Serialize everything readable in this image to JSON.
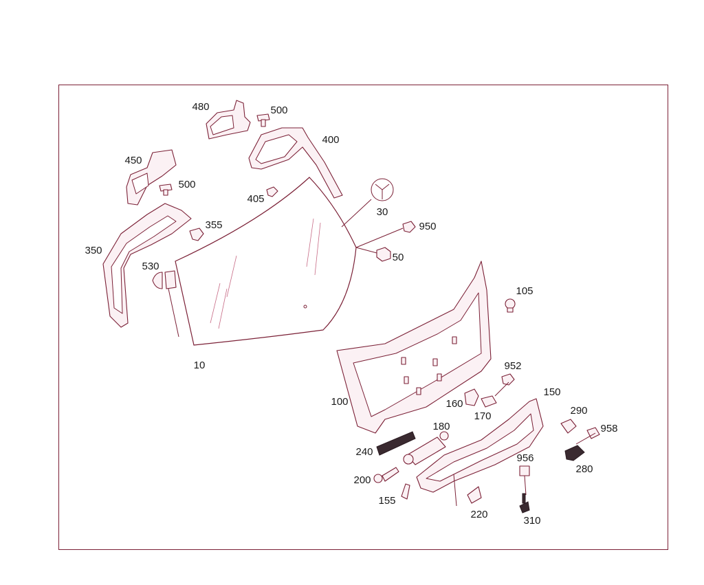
{
  "labels": {
    "p10": "10",
    "p30": "30",
    "p50": "50",
    "p100": "100",
    "p105": "105",
    "p150": "150",
    "p155": "155",
    "p160": "160",
    "p170": "170",
    "p180": "180",
    "p200": "200",
    "p220": "220",
    "p240": "240",
    "p280": "280",
    "p290": "290",
    "p310": "310",
    "p350": "350",
    "p355": "355",
    "p400": "400",
    "p405": "405",
    "p450": "450",
    "p480": "480",
    "p500a": "500",
    "p500b": "500",
    "p530": "530",
    "p950": "950",
    "p952": "952",
    "p956": "956",
    "p958": "958"
  },
  "colors": {
    "line": "#7a1f35",
    "fill": "#fbf1f4",
    "text": "#1a1a1a"
  }
}
